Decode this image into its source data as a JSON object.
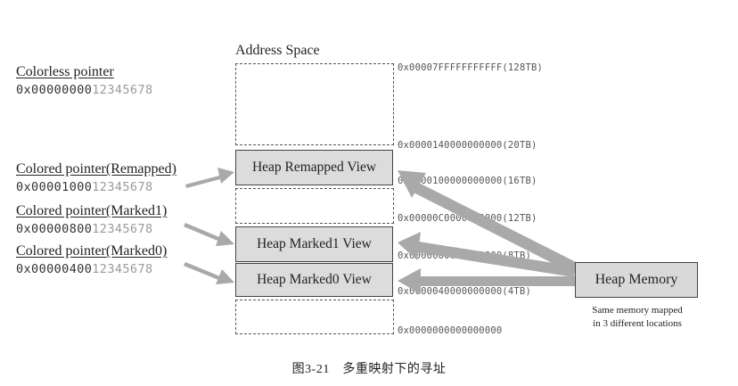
{
  "diagram": {
    "address_space_title": "Address Space",
    "pointers": [
      {
        "label": "Colorless pointer",
        "value_prefix": "0x00000000",
        "value_suffix": "12345678"
      },
      {
        "label": "Colored pointer(Remapped)",
        "value_prefix": "0x00001000",
        "value_suffix": "12345678"
      },
      {
        "label": "Colored pointer(Marked1)",
        "value_prefix": "0x00000800",
        "value_suffix": "12345678"
      },
      {
        "label": "Colored pointer(Marked0)",
        "value_prefix": "0x00000400",
        "value_suffix": "12345678"
      }
    ],
    "views": {
      "remapped": "Heap Remapped View",
      "marked1": "Heap Marked1 View",
      "marked0": "Heap Marked0 View"
    },
    "addresses": [
      "0x00007FFFFFFFFFFF(128TB)",
      "0x0000140000000000(20TB)",
      "0x0000100000000000(16TB)",
      "0x00000C0000000000(12TB)",
      "0x0000080000000000(8TB)",
      "0x0000040000000000(4TB)",
      "0x0000000000000000"
    ],
    "heap_memory": "Heap Memory",
    "note_line1": "Same memory mapped",
    "note_line2": "in 3 different locations",
    "caption": "图3-21　多重映射下的寻址",
    "colors": {
      "arrow": "#a9a9a9",
      "box_fill": "#dcdcdc",
      "border": "#444444"
    }
  }
}
